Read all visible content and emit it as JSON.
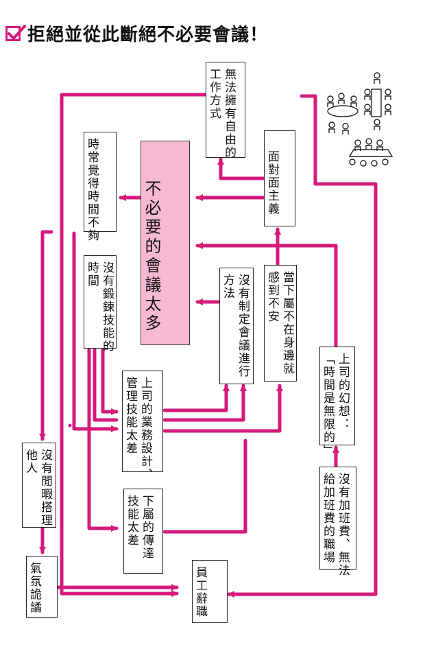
{
  "title": {
    "text": "拒絕並從此斷絕不必要會議！"
  },
  "colors": {
    "accent": "#d6197b",
    "core_fill": "#f7b8d2"
  },
  "icons": {
    "title_checkbox": "checkbox-checked-icon",
    "meeting_illustration": "meeting-people-icon"
  },
  "nodes": {
    "core": "不必要的會議太多",
    "no_free_work": "無法擁有自由的\n工作方式",
    "always_no_time": "時常覺得時間不夠",
    "face_to_face": "面對面主義",
    "no_training_time": "沒有鍛鍊技能的\n時間",
    "no_method": "沒有制定會議進行\n方法",
    "uneasy_absent": "當下屬不在身邊就\n感到不安",
    "boss_illusion": "上司的幻想：\n「時間是無限的」",
    "poor_management": "上司的業務設計、\n管理技能太差",
    "no_time_others": "沒有閒暇搭理\n他人",
    "poor_communication": "下屬的傳達\n技能太差",
    "no_overtime_pay": "沒有加班費、無法\n給加班費的職場",
    "bad_atmosphere": "氣氛詭譎",
    "resignation": "員工辭職"
  }
}
